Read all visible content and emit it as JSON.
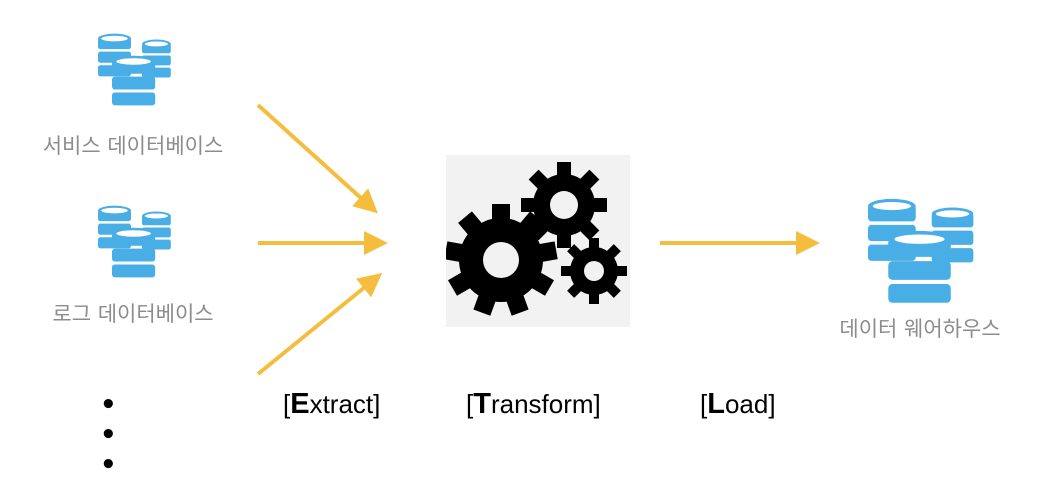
{
  "sources": [
    {
      "label": "서비스 데이터베이스",
      "icon": "database-icon"
    },
    {
      "label": "로그 데이터베이스",
      "icon": "database-icon"
    }
  ],
  "more_sources": "• • •",
  "target": {
    "label": "데이터 웨어하우스",
    "icon": "database-icon"
  },
  "transform_icon": "gears-icon",
  "steps": {
    "extract": {
      "open": "[",
      "initial": "E",
      "rest": "xtract]"
    },
    "transform": {
      "open": "[",
      "initial": "T",
      "rest": "ransform]"
    },
    "load": {
      "open": "[",
      "initial": "L",
      "rest": "oad]"
    }
  },
  "colors": {
    "arrow": "#f4bd3e",
    "database": "#4aaee6",
    "caption": "#8c8c8c",
    "gear": "#000000",
    "gear_background": "#f2f2f2"
  }
}
